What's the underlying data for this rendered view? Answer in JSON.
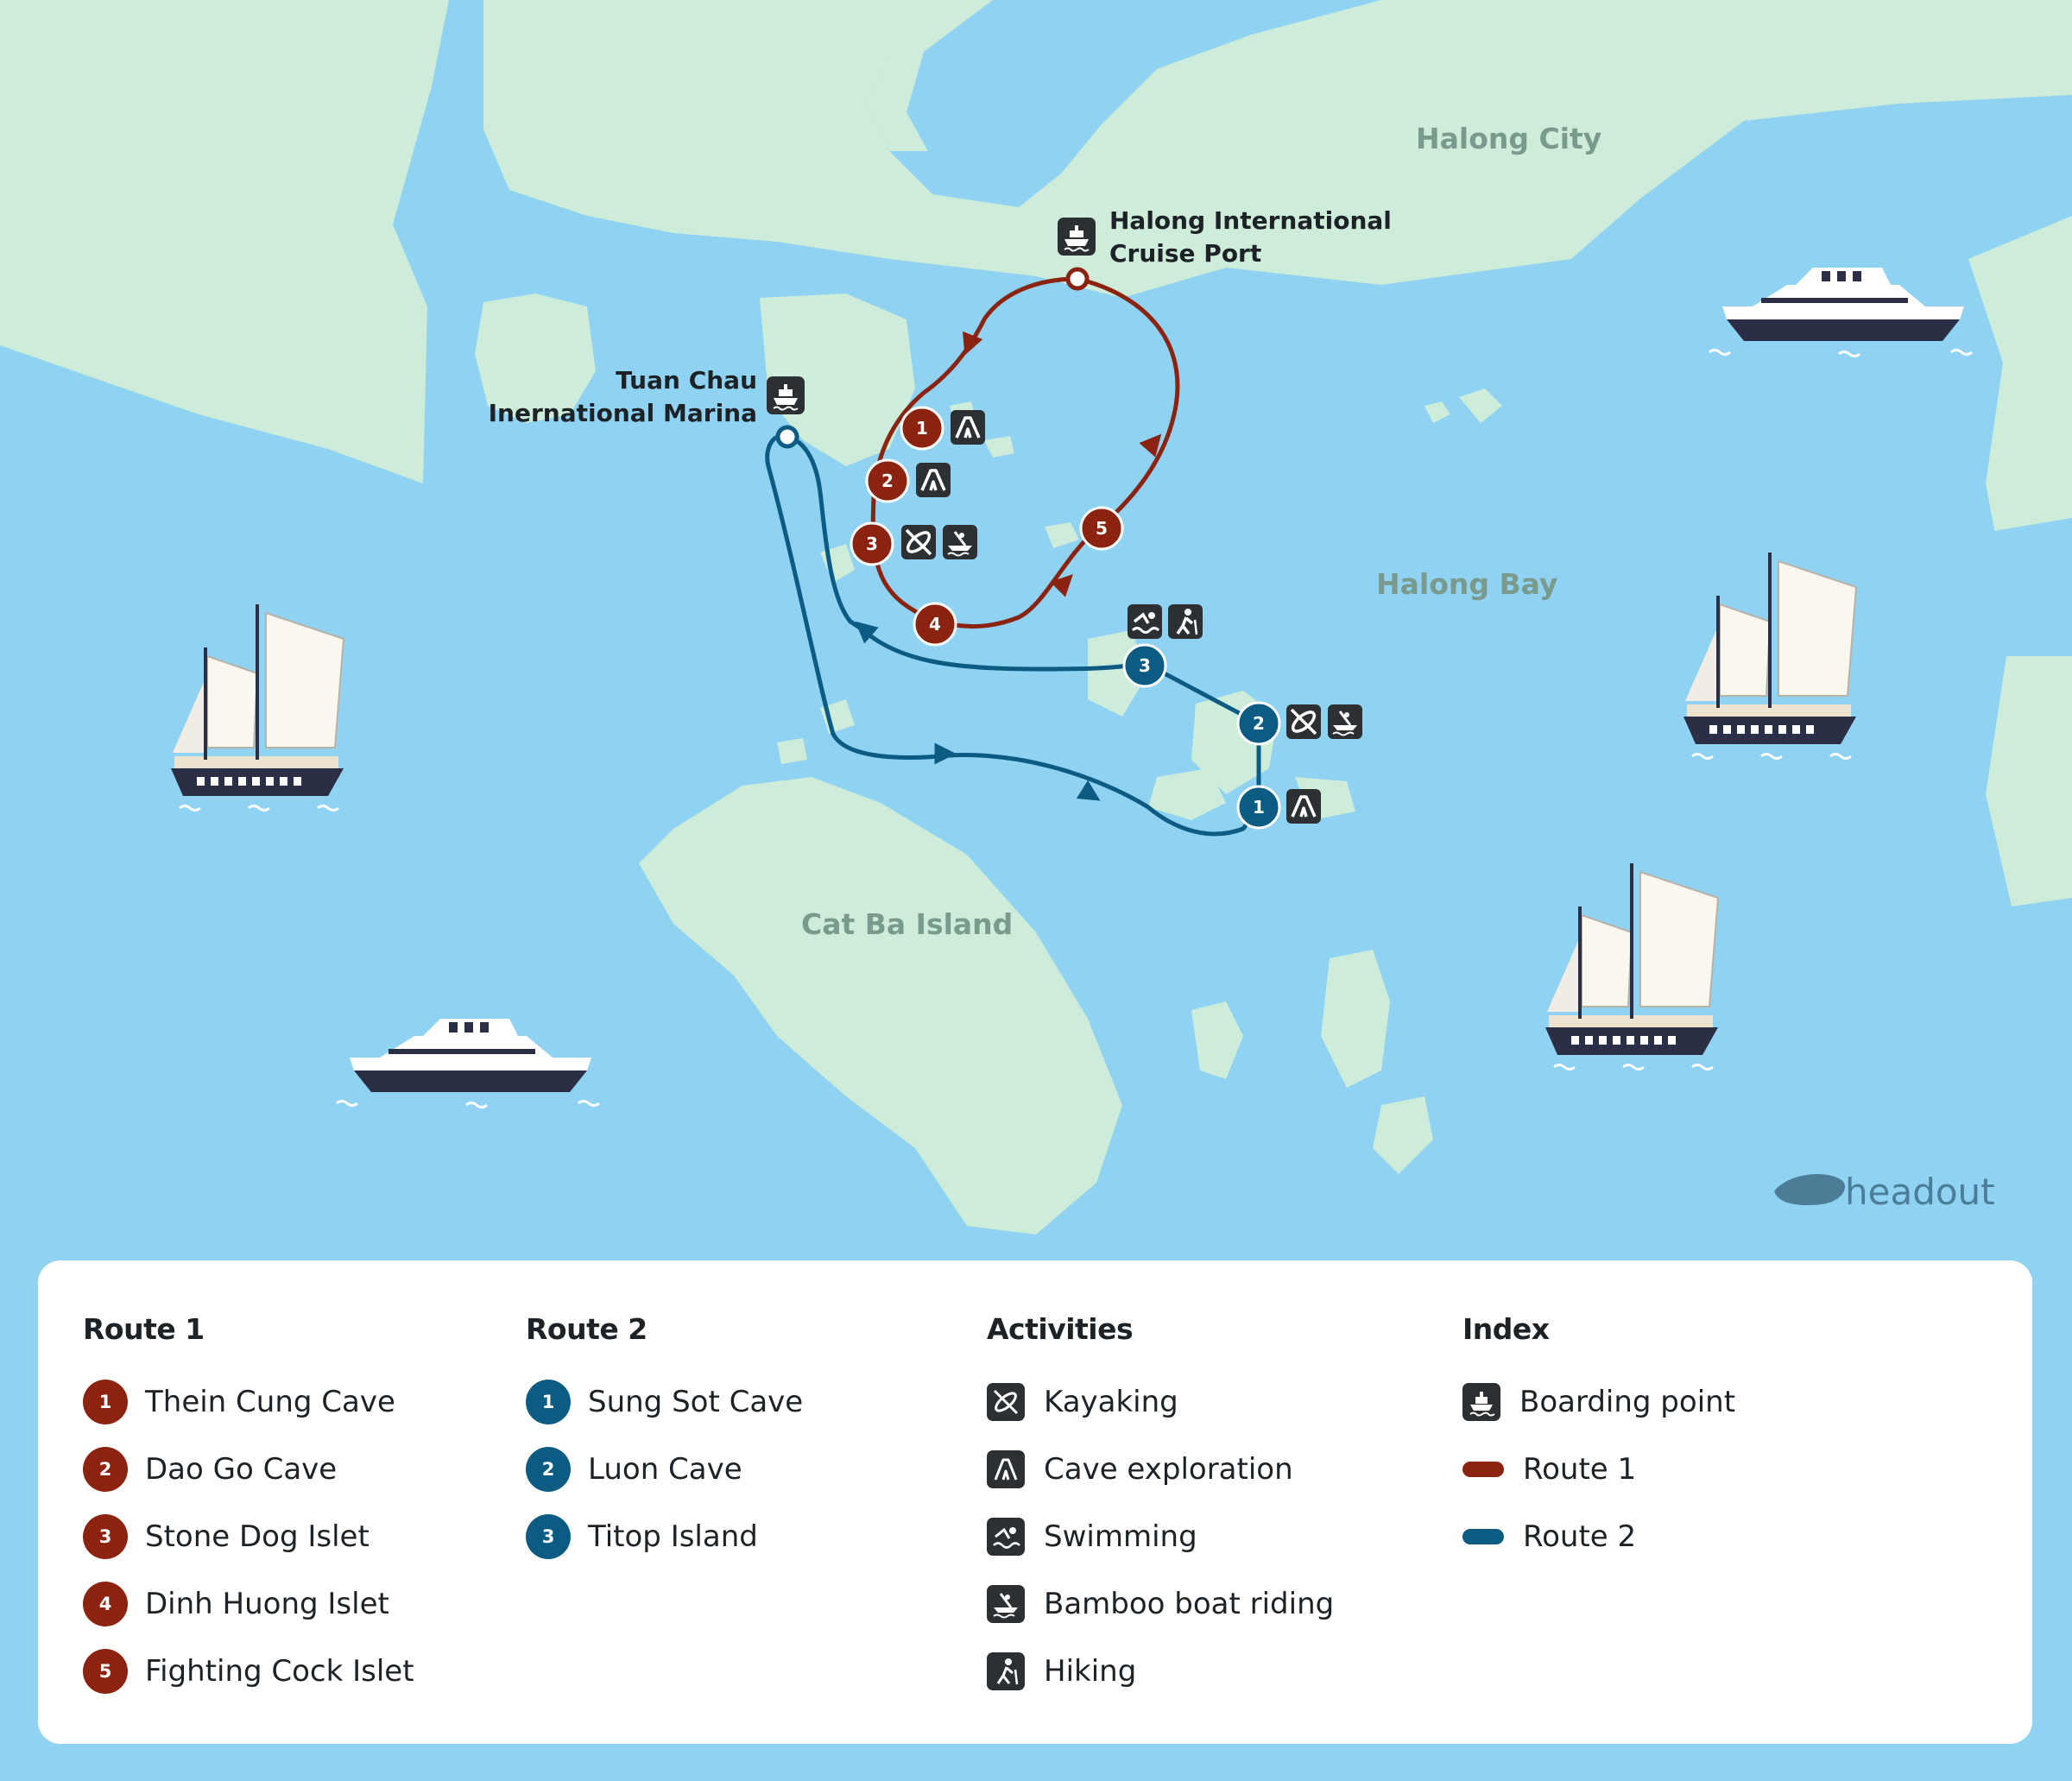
{
  "map": {
    "place_labels": {
      "halong_city": "Halong City",
      "halong_bay": "Halong Bay",
      "cat_ba": "Cat Ba Island"
    },
    "ports": {
      "cruise_port_line1": "Halong International",
      "cruise_port_line2": "Cruise Port",
      "tuan_chau_line1": "Tuan Chau",
      "tuan_chau_line2": "Inernational Marina"
    },
    "route1_stops": [
      "1",
      "2",
      "3",
      "4",
      "5"
    ],
    "route2_stops": [
      "1",
      "2",
      "3"
    ],
    "brand": "headout",
    "colors": {
      "water": "#8fd2f2",
      "land": "#cdecd9",
      "route1": "#8b2310",
      "route2": "#0c5b82",
      "icon_bg": "#2d3033"
    }
  },
  "legend": {
    "route1": {
      "title": "Route 1",
      "items": [
        {
          "num": "1",
          "label": "Thein Cung Cave"
        },
        {
          "num": "2",
          "label": "Dao Go Cave"
        },
        {
          "num": "3",
          "label": "Stone Dog Islet"
        },
        {
          "num": "4",
          "label": "Dinh Huong Islet"
        },
        {
          "num": "5",
          "label": "Fighting Cock Islet"
        }
      ]
    },
    "route2": {
      "title": "Route 2",
      "items": [
        {
          "num": "1",
          "label": "Sung Sot Cave"
        },
        {
          "num": "2",
          "label": "Luon Cave"
        },
        {
          "num": "3",
          "label": "Titop Island"
        }
      ]
    },
    "activities": {
      "title": "Activities",
      "items": [
        {
          "icon": "kayak-icon",
          "label": "Kayaking"
        },
        {
          "icon": "cave-icon",
          "label": "Cave exploration"
        },
        {
          "icon": "swimming-icon",
          "label": "Swimming"
        },
        {
          "icon": "bamboo-boat-icon",
          "label": "Bamboo boat riding"
        },
        {
          "icon": "hiking-icon",
          "label": "Hiking"
        }
      ]
    },
    "index": {
      "title": "Index",
      "items": [
        {
          "icon": "boarding-icon",
          "label": "Boarding point"
        },
        {
          "icon": "route1-swatch",
          "label": "Route 1"
        },
        {
          "icon": "route2-swatch",
          "label": "Route 2"
        }
      ]
    }
  }
}
